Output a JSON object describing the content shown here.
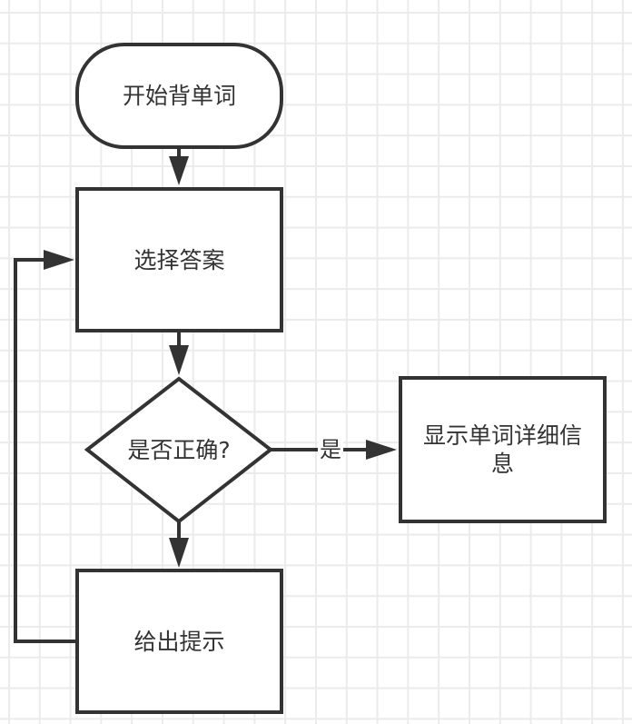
{
  "diagram": {
    "type": "flowchart",
    "nodes": [
      {
        "id": "start",
        "shape": "terminal",
        "label": "开始背单词"
      },
      {
        "id": "choose",
        "shape": "process",
        "label": "选择答案"
      },
      {
        "id": "check",
        "shape": "decision",
        "label": "是否正确?"
      },
      {
        "id": "detail",
        "shape": "process",
        "label": "显示单词详细信息"
      },
      {
        "id": "hint",
        "shape": "process",
        "label": "给出提示"
      }
    ],
    "edges": [
      {
        "from": "start",
        "to": "choose",
        "label": ""
      },
      {
        "from": "choose",
        "to": "check",
        "label": ""
      },
      {
        "from": "check",
        "to": "detail",
        "label": "是"
      },
      {
        "from": "check",
        "to": "hint",
        "label": ""
      },
      {
        "from": "hint",
        "to": "choose",
        "label": ""
      }
    ],
    "colors": {
      "stroke": "#333333",
      "fill": "#ffffff",
      "grid": "#ebebeb",
      "text": "#333333"
    }
  }
}
